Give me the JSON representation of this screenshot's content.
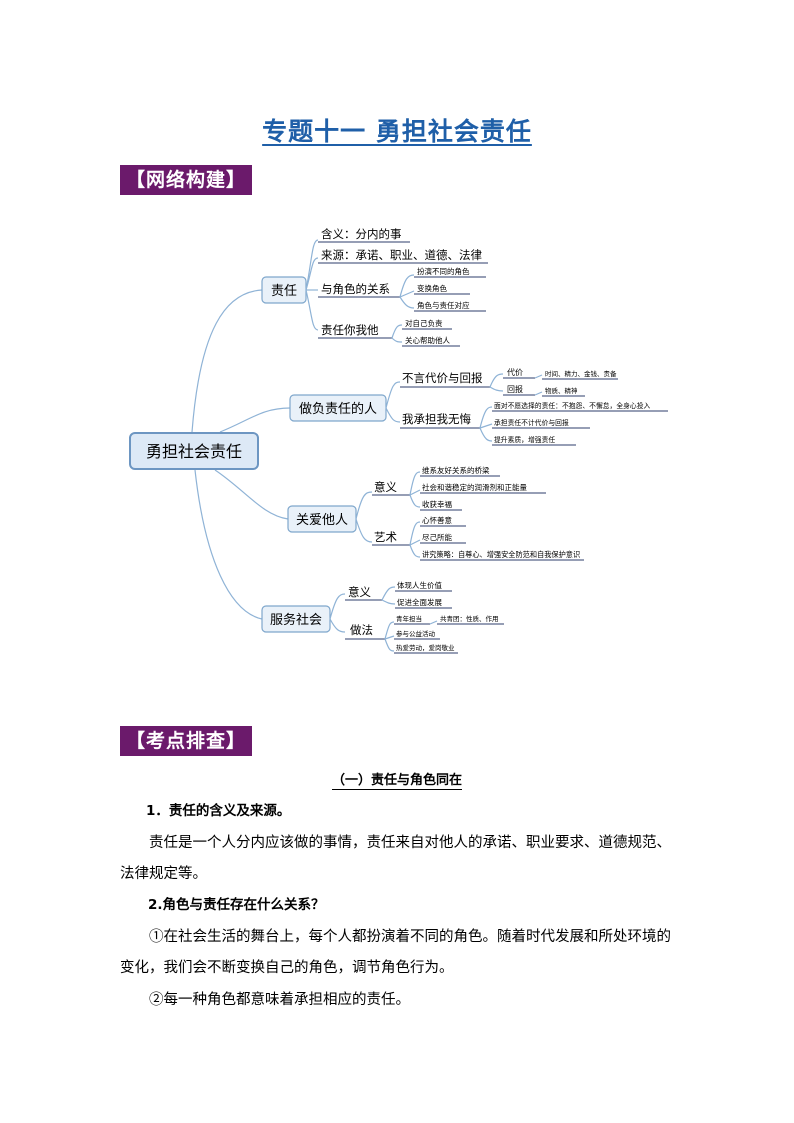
{
  "title": "专题十一  勇担社会责任",
  "sections": {
    "network": "【网络构建】",
    "checkpoints": "【考点排查】"
  },
  "mindmap": {
    "root": "勇担社会责任",
    "branches": {
      "zeren": {
        "label": "责任",
        "items": {
          "hanyi": "含义：分内的事",
          "laiyuan": "来源：承诺、职业、道德、法律",
          "juese": "与角色的关系",
          "juese_items": [
            "扮演不同的角色",
            "变换角色",
            "角色与责任对应"
          ],
          "niwota": "责任你我他",
          "niwota_items": [
            "对自己负责",
            "关心帮助他人"
          ]
        }
      },
      "fuzeren": {
        "label": "做负责任的人",
        "buyan": "不言代价与回报",
        "daijia": "代价",
        "daijia_detail": "时间、精力、金钱、责备",
        "huibao": "回报",
        "huibao_detail": "物质、精神",
        "wocheng": "我承担我无悔",
        "wocheng_items": [
          "面对不愿选择的责任：不抱怨、不懈怠，全身心投入",
          "承担责任不计代价与回报",
          "提升素质，增强责任"
        ]
      },
      "guanai": {
        "label": "关爱他人",
        "yiyi": "意义",
        "yiyi_items": [
          "维系友好关系的桥梁",
          "社会和谐稳定的润滑剂和正能量",
          "收获幸福"
        ],
        "yishu": "艺术",
        "yishu_items": [
          "心怀善意",
          "尽己所能",
          "讲究策略：自尊心、增强安全防范和自我保护意识"
        ]
      },
      "fuwu": {
        "label": "服务社会",
        "yiyi": "意义",
        "yiyi_items": [
          "体现人生价值",
          "促进全面发展"
        ],
        "zuofa": "做法",
        "zuofa_items": [
          "青年担当",
          "共青团：性质、作用",
          "参与公益活动",
          "热爱劳动，爱岗敬业"
        ]
      }
    }
  },
  "content": {
    "subheading": "（一）责任与角色同在",
    "q1": "1．责任的含义及来源。",
    "a1": "责任是一个人分内应该做的事情，责任来自对他人的承诺、职业要求、道德规范、法律规定等。",
    "q2": "2.角色与责任存在什么关系？",
    "a2_1": "①在社会生活的舞台上，每个人都扮演着不同的角色。随着时代发展和所处环境的变化，我们会不断变换自己的角色，调节角色行为。",
    "a2_2": "②每一种角色都意味着承担相应的责任。"
  },
  "colors": {
    "title": "#1f5fa8",
    "section_bg": "#6b1a6b",
    "node_fill": "#e9f1f9",
    "node_border": "#7fa7cc"
  }
}
